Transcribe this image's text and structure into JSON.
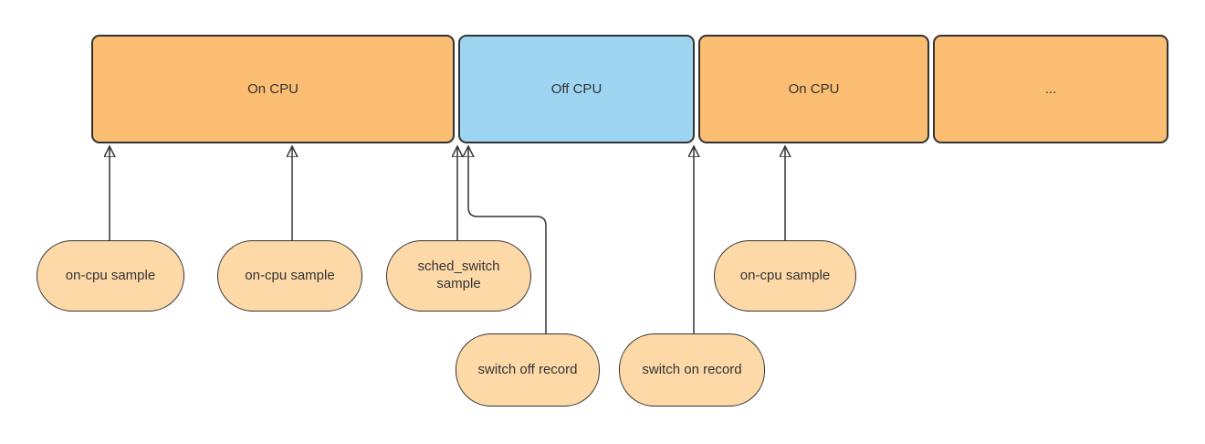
{
  "diagram": {
    "timeline_blocks": [
      {
        "label": "On CPU",
        "state": "on-cpu"
      },
      {
        "label": "Off CPU",
        "state": "off-cpu"
      },
      {
        "label": "On CPU",
        "state": "on-cpu"
      },
      {
        "label": "...",
        "state": "on-cpu"
      }
    ],
    "annotations": [
      {
        "label": "on-cpu sample",
        "points_to": "On CPU (first)"
      },
      {
        "label": "on-cpu sample",
        "points_to": "On CPU (first)"
      },
      {
        "label": "sched_switch sample",
        "points_to": "end of On CPU (first)"
      },
      {
        "label": "switch off record",
        "points_to": "start of Off CPU"
      },
      {
        "label": "switch on record",
        "points_to": "start of On CPU (second)"
      },
      {
        "label": "on-cpu sample",
        "points_to": "On CPU (second)"
      }
    ],
    "colors": {
      "on_cpu_fill": "#FBBE72",
      "off_cpu_fill": "#9ED5F0",
      "annotation_fill": "#FDD9A8",
      "stroke": "#333333",
      "text": "#333333",
      "background": "#FFFFFF"
    }
  }
}
